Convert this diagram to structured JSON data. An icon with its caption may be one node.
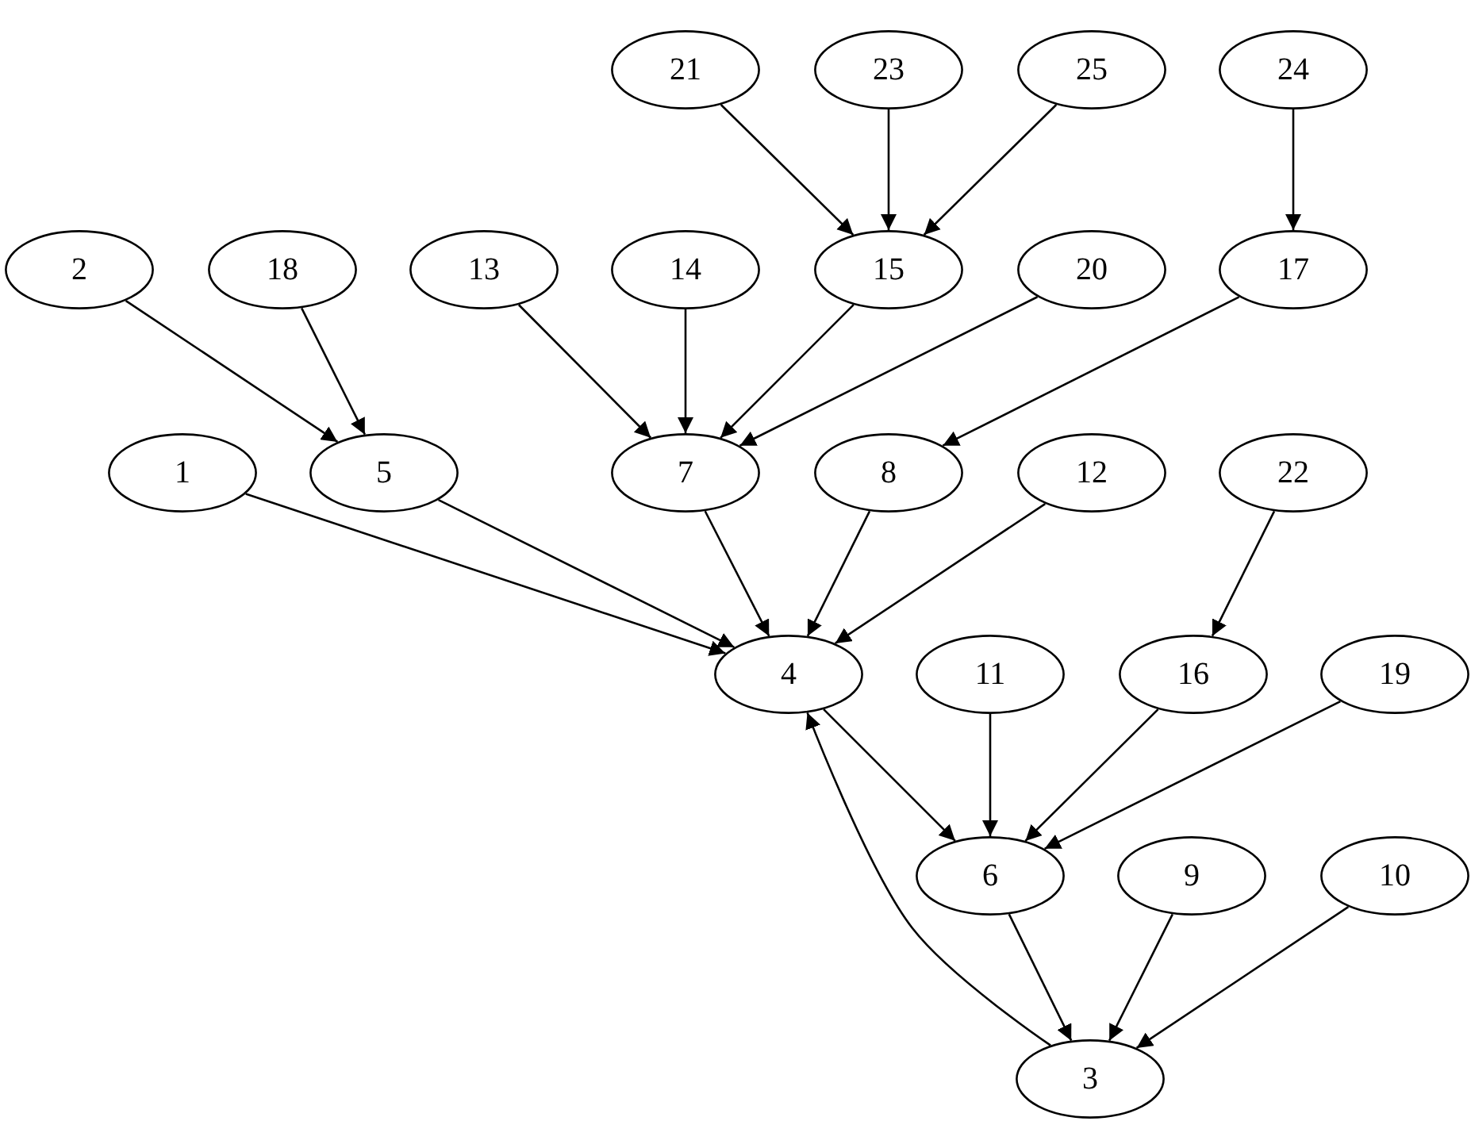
{
  "diagram": {
    "nodes": [
      {
        "text": [
          "21"
        ]
      },
      {
        "text": [
          "23"
        ]
      },
      {
        "text": [
          "25"
        ]
      },
      {
        "text": [
          "24"
        ]
      },
      {
        "text": [
          "2"
        ]
      },
      {
        "text": [
          "18"
        ]
      },
      {
        "text": [
          "13"
        ]
      },
      {
        "text": [
          "14"
        ]
      },
      {
        "text": [
          "15"
        ]
      },
      {
        "text": [
          "20"
        ]
      },
      {
        "text": [
          "17"
        ]
      },
      {
        "text": [
          "1"
        ]
      },
      {
        "text": [
          "5"
        ]
      },
      {
        "text": [
          "7"
        ]
      },
      {
        "text": [
          "8"
        ]
      },
      {
        "text": [
          "12"
        ]
      },
      {
        "text": [
          "22"
        ]
      },
      {
        "text": [
          "4"
        ]
      },
      {
        "text": [
          "11"
        ]
      },
      {
        "text": [
          "16"
        ]
      },
      {
        "text": [
          "19"
        ]
      },
      {
        "text": [
          "6"
        ]
      },
      {
        "text": [
          "9"
        ]
      },
      {
        "text": [
          "10"
        ]
      },
      {
        "text": [
          "3"
        ]
      }
    ],
    "edges": [
      {
        "from": 0,
        "to": 8,
        "arrow": "to"
      },
      {
        "from": 1,
        "to": 8,
        "arrow": "to"
      },
      {
        "from": 2,
        "to": 8,
        "arrow": "to"
      },
      {
        "from": 3,
        "to": 10,
        "arrow": "to"
      },
      {
        "from": 4,
        "to": 12,
        "arrow": "to"
      },
      {
        "from": 5,
        "to": 12,
        "arrow": "to"
      },
      {
        "from": 6,
        "to": 13,
        "arrow": "to"
      },
      {
        "from": 7,
        "to": 13,
        "arrow": "to"
      },
      {
        "from": 8,
        "to": 13,
        "arrow": "to"
      },
      {
        "from": 9,
        "to": 13,
        "arrow": "to"
      },
      {
        "from": 10,
        "to": 14,
        "arrow": "to"
      },
      {
        "from": 11,
        "to": 17,
        "arrow": "to"
      },
      {
        "from": 12,
        "to": 17,
        "arrow": "to"
      },
      {
        "from": 13,
        "to": 17,
        "arrow": "to"
      },
      {
        "from": 14,
        "to": 17,
        "arrow": "to"
      },
      {
        "from": 15,
        "to": 17,
        "arrow": "to"
      },
      {
        "from": 16,
        "to": 19,
        "arrow": "to"
      },
      {
        "from": 17,
        "to": 21,
        "arrow": "to"
      },
      {
        "from": 18,
        "to": 21,
        "arrow": "to"
      },
      {
        "from": 19,
        "to": 21,
        "arrow": "to"
      },
      {
        "from": 20,
        "to": 21,
        "arrow": "to"
      },
      {
        "from": 21,
        "to": 24,
        "arrow": "to"
      },
      {
        "from": 22,
        "to": 24,
        "arrow": "to"
      },
      {
        "from": 23,
        "to": 24,
        "arrow": "to"
      },
      {
        "from": 24,
        "to": 17,
        "arrow": "to"
      }
    ]
  }
}
